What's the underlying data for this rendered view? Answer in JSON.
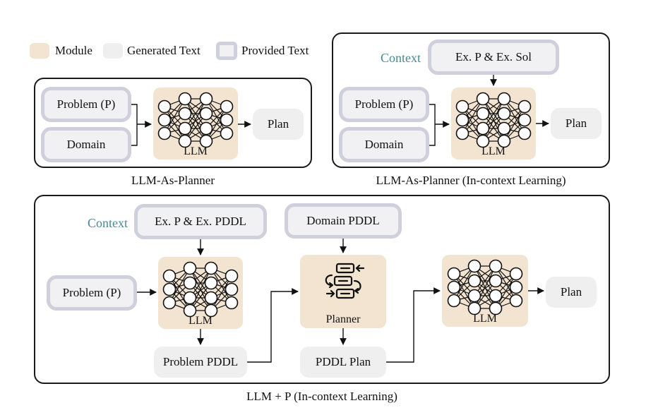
{
  "legend": {
    "module": "Module",
    "generated": "Generated Text",
    "provided": "Provided Text"
  },
  "colors": {
    "module": "#f3e4d1",
    "generated": "#efefef",
    "provided_border": "#cfd0dc",
    "context": "#4a8a8f"
  },
  "panel1": {
    "problem": "Problem (P)",
    "domain": "Domain",
    "llm": "LLM",
    "plan": "Plan",
    "caption": "LLM-As-Planner"
  },
  "panel2": {
    "context_label": "Context",
    "context": "Ex. P & Ex. Sol",
    "problem": "Problem (P)",
    "domain": "Domain",
    "llm": "LLM",
    "plan": "Plan",
    "caption": "LLM-As-Planner (In-context Learning)"
  },
  "panel3": {
    "context_label": "Context",
    "context": "Ex. P & Ex. PDDL",
    "problem": "Problem (P)",
    "llm1": "LLM",
    "problem_pddl": "Problem PDDL",
    "domain_pddl": "Domain PDDL",
    "planner": "Planner",
    "pddl_plan": "PDDL Plan",
    "llm2": "LLM",
    "plan": "Plan",
    "caption": "LLM + P (In-context Learning)"
  }
}
